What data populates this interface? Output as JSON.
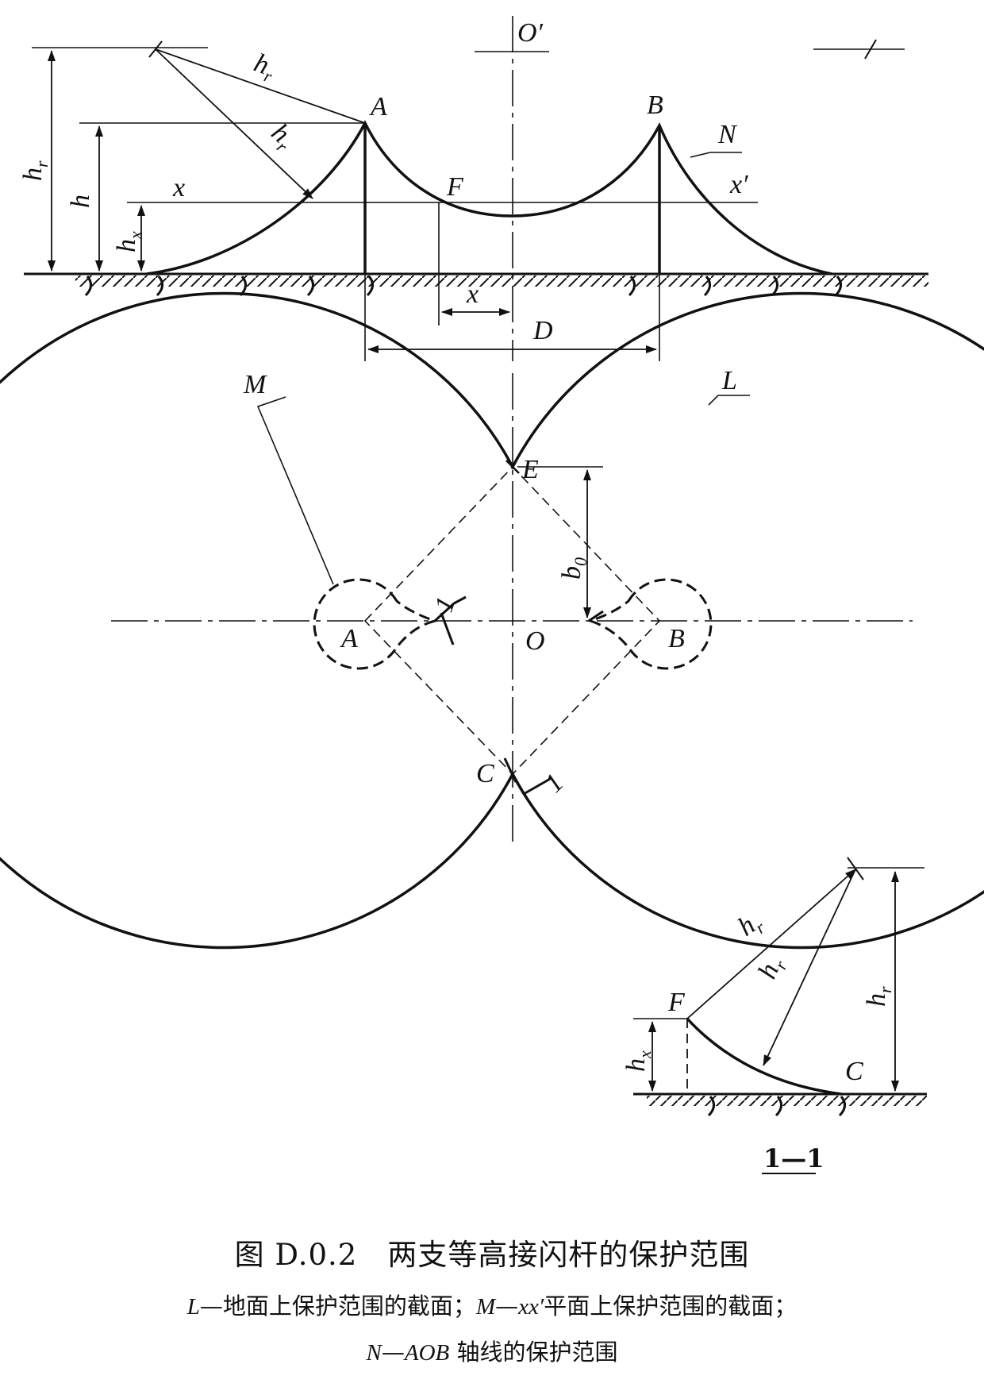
{
  "labels": {
    "o_prime": "O′",
    "A": "A",
    "B": "B",
    "N": "N",
    "F": "F",
    "x": "x",
    "x_prime": "x′",
    "h": "h",
    "hr": "h",
    "r_sub": "r",
    "x_sub": "x",
    "D": "D",
    "M": "M",
    "L": "L",
    "E": "E",
    "b0": "b",
    "b0_sub": "0",
    "O": "O",
    "C": "C",
    "one": "1",
    "section": "1—1"
  },
  "caption": {
    "title": "图 D.0.2　两支等高接闪杆的保护范围",
    "line1_L": "L",
    "line1_a": "—地面上保护范围的截面；",
    "line1_M": "M",
    "line1_b": "—",
    "line1_xx": "xx′",
    "line1_c": "平面上保护范围的截面；",
    "line2_N": "N",
    "line2_a": "—",
    "line2_AOB": "AOB",
    "line2_b": " 轴线的保护范围"
  }
}
